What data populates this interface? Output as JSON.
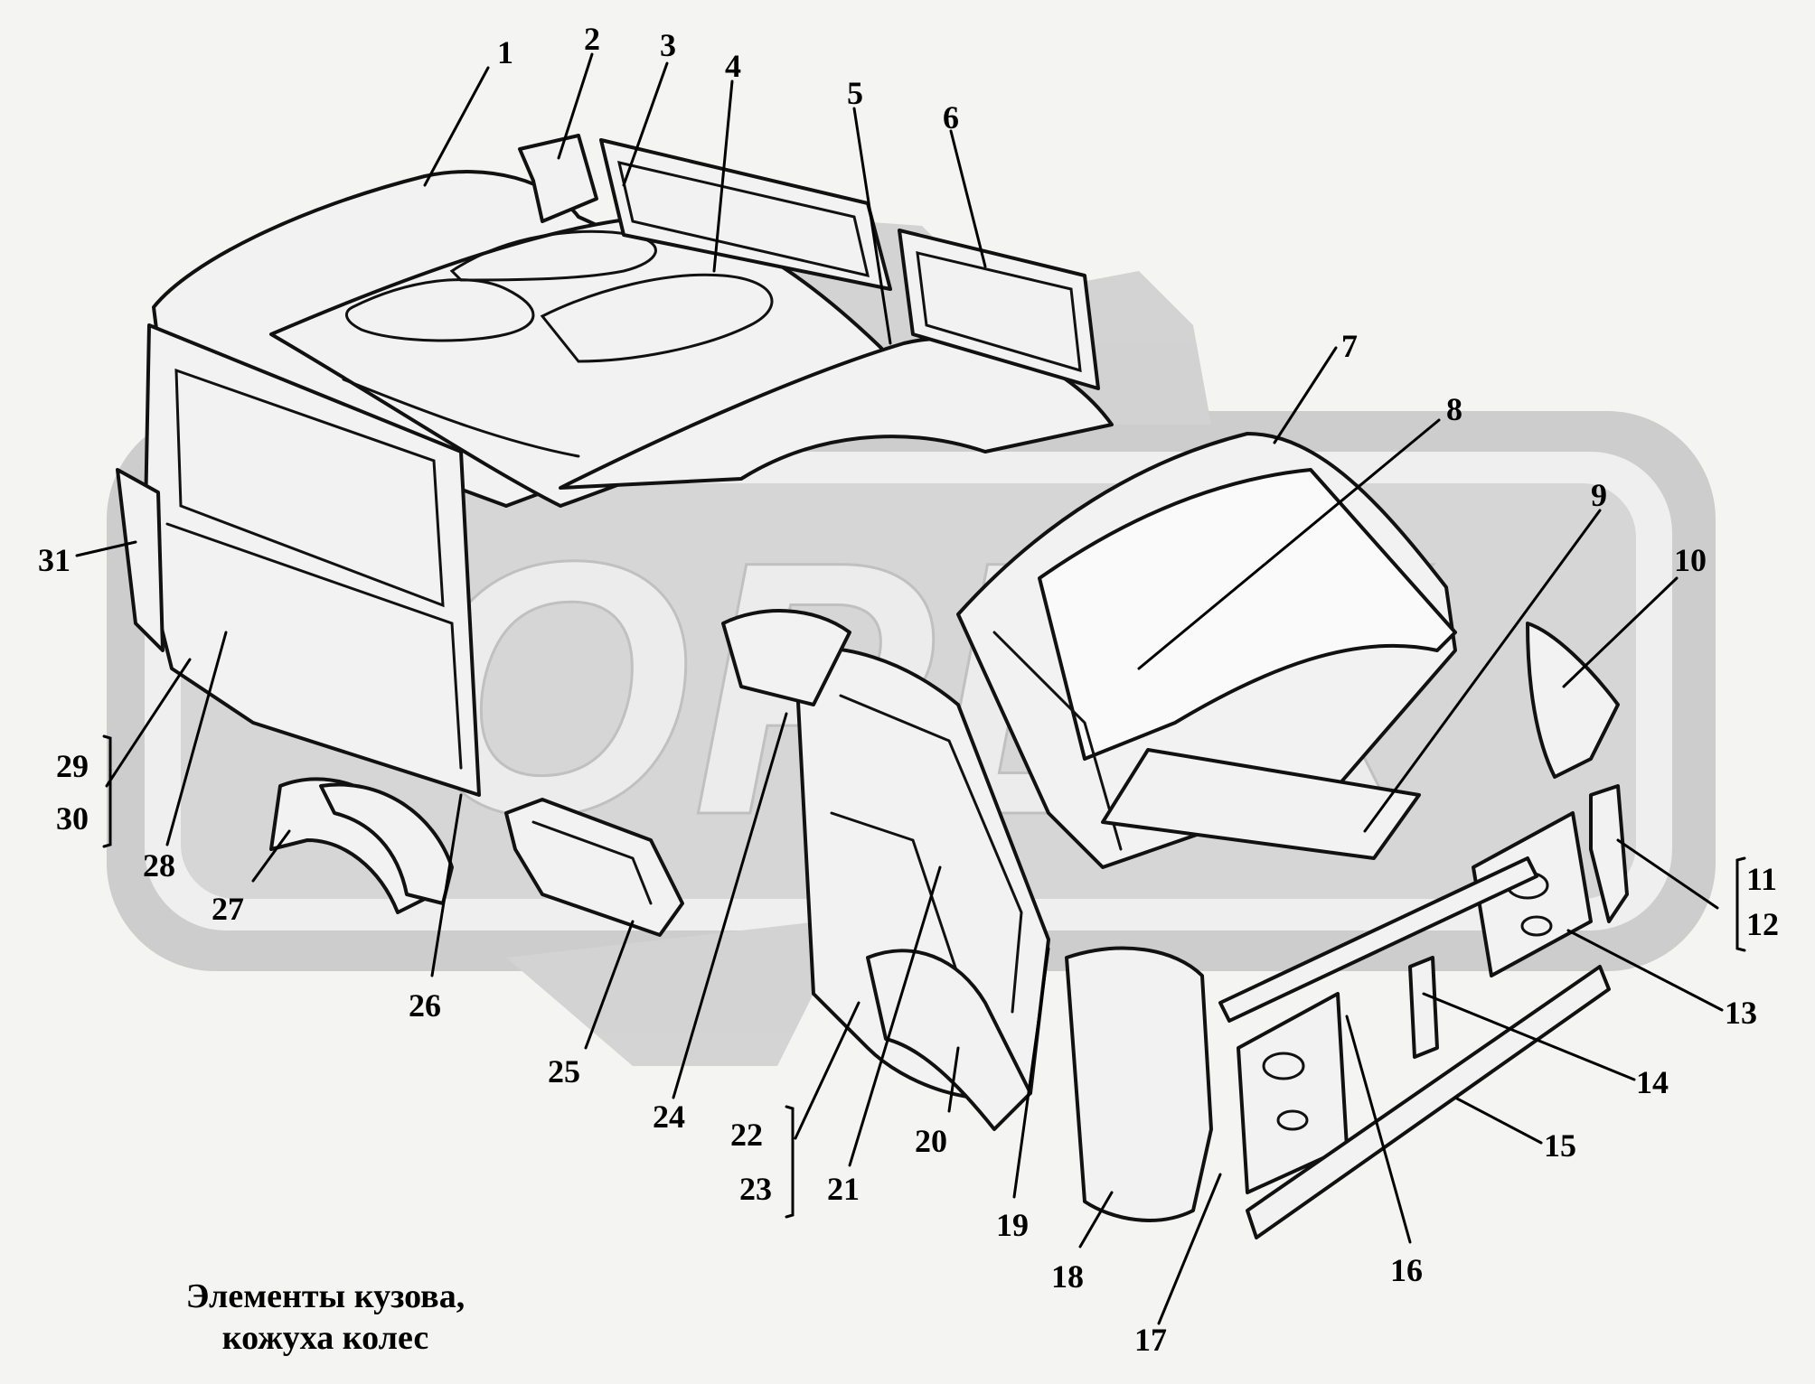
{
  "caption": {
    "line1": "Элементы кузова,",
    "line2": "кожуха колес"
  },
  "watermark_text": "ОРЕХ",
  "callouts": [
    "1",
    "2",
    "3",
    "4",
    "5",
    "6",
    "7",
    "8",
    "9",
    "10",
    "11",
    "12",
    "13",
    "14",
    "15",
    "16",
    "17",
    "18",
    "19",
    "20",
    "21",
    "22",
    "23",
    "24",
    "25",
    "26",
    "27",
    "28",
    "29",
    "30",
    "31"
  ]
}
